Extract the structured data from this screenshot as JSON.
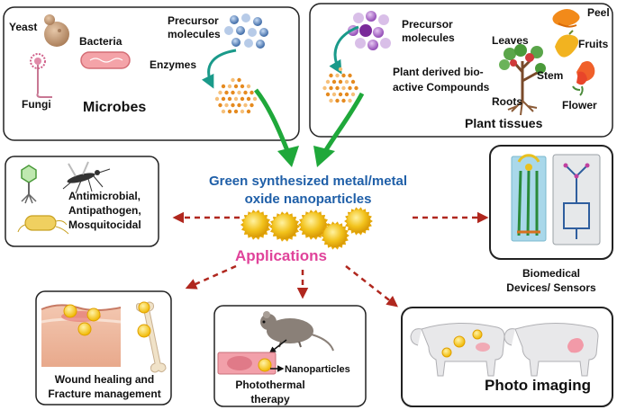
{
  "microbes_panel": {
    "yeast": "Yeast",
    "bacteria": "Bacteria",
    "fungi": "Fungi",
    "title": "Microbes",
    "precursor_line1": "Precursor",
    "precursor_line2": "molecules",
    "enzymes": "Enzymes"
  },
  "plant_panel": {
    "precursor_line1": "Precursor",
    "precursor_line2": "molecules",
    "peel": "Peel",
    "leaves": "Leaves",
    "fruits": "Fruits",
    "stem": "Stem",
    "roots": "Roots",
    "flower": "Flower",
    "compounds_line1": "Plant derived bio-",
    "compounds_line2": "active Compounds",
    "title": "Plant tissues"
  },
  "center": {
    "title_line1": "Green synthesized metal/metal",
    "title_line2": "oxide nanoparticles",
    "applications": "Applications"
  },
  "antimicrobial_panel": {
    "line1": "Antimicrobial,",
    "line2": "Antipathogen,",
    "line3": "Mosquitocidal"
  },
  "biomedical": {
    "line1": "Biomedical",
    "line2": "Devices/ Sensors"
  },
  "wound_panel": {
    "line1": "Wound healing and",
    "line2": "Fracture management"
  },
  "photothermal_panel": {
    "nanoparticles": "Nanoparticles",
    "line1": "Photothermal",
    "line2": "therapy"
  },
  "photo_imaging": {
    "title": "Photo imaging"
  },
  "colors": {
    "title_blue": "#1f5fa8",
    "applications_pink": "#e0439a",
    "arrow_green": "#1fa83a",
    "arrow_teal": "#1a9a8a",
    "dashed_red": "#b0271e",
    "nano_yellow": "#f2c21b"
  }
}
